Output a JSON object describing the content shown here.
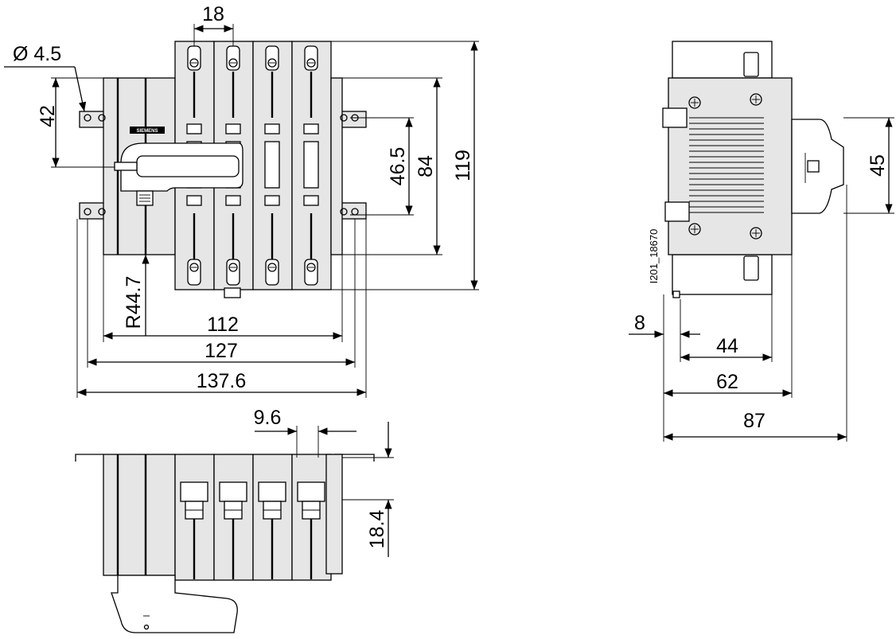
{
  "drawing_code": "I201_18670",
  "brand_label": "SIEMENS",
  "front_view": {
    "dim_hole_diameter": "Ø 4.5",
    "dim_pole_pitch": "18",
    "dim_mount_hole_pitch": "42",
    "dim_handle_radius": "R44.7",
    "dim_width_112": "112",
    "dim_width_127": "127",
    "dim_width_137": "137.6",
    "dim_height_46": "46.5",
    "dim_height_84": "84",
    "dim_height_119": "119"
  },
  "side_view": {
    "dim_45": "45",
    "dim_8": "8",
    "dim_44": "44",
    "dim_62": "62",
    "dim_87": "87"
  },
  "bottom_view": {
    "dim_9_6": "9.6",
    "dim_18_4": "18.4"
  },
  "colors": {
    "line": "#000000",
    "body_fill": "#e6e6e6",
    "background": "#ffffff"
  }
}
